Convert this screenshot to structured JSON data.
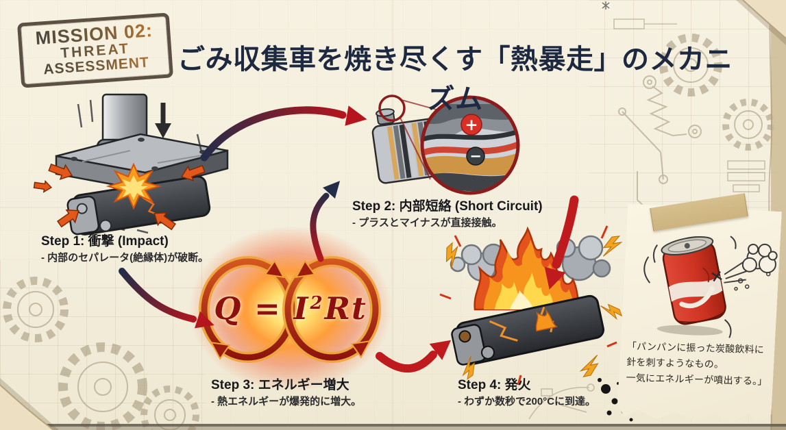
{
  "page": {
    "title": "ごみ収集車を焼き尽くす「熱暴走」のメカニズム",
    "background_color": "#f4eedd",
    "title_color": "#1d2940"
  },
  "stamp": {
    "line1": "MISSION 02:",
    "line2": "THREAT",
    "line3": "ASSESSMENT",
    "color_start": "#3f3b34",
    "color_end": "#bd6f25"
  },
  "steps": [
    {
      "title": "Step 1: 衝撃 (Impact)",
      "desc": "- 内部のセパレータ(絶縁体)が破断。"
    },
    {
      "title": "Step 2: 内部短絡 (Short Circuit)",
      "desc": "- プラスとマイナスが直接接触。"
    },
    {
      "title": "Step 3: エネルギー増大",
      "desc": "- 熱エネルギーが爆発的に増大。"
    },
    {
      "title": "Step 4: 発火",
      "desc": "- わずか数秒で200°Cに到達。"
    }
  ],
  "formula": {
    "text": "Q = I²Rt",
    "q": "Q",
    "equals": "=",
    "current": "I",
    "exponent": "2",
    "resistance_time": "Rt",
    "color": "#8d100e"
  },
  "battery_diagram": {
    "plus_label": "+",
    "minus_label": "−",
    "plus_color": "#d93025",
    "minus_color": "#3a3f44"
  },
  "note": {
    "line1": "「パンパンに振った炭酸飲料に",
    "line2": "針を刺すようなもの。",
    "line3": "一気にエネルギーが噴出する。」"
  },
  "arrow_color": "#b5161d"
}
